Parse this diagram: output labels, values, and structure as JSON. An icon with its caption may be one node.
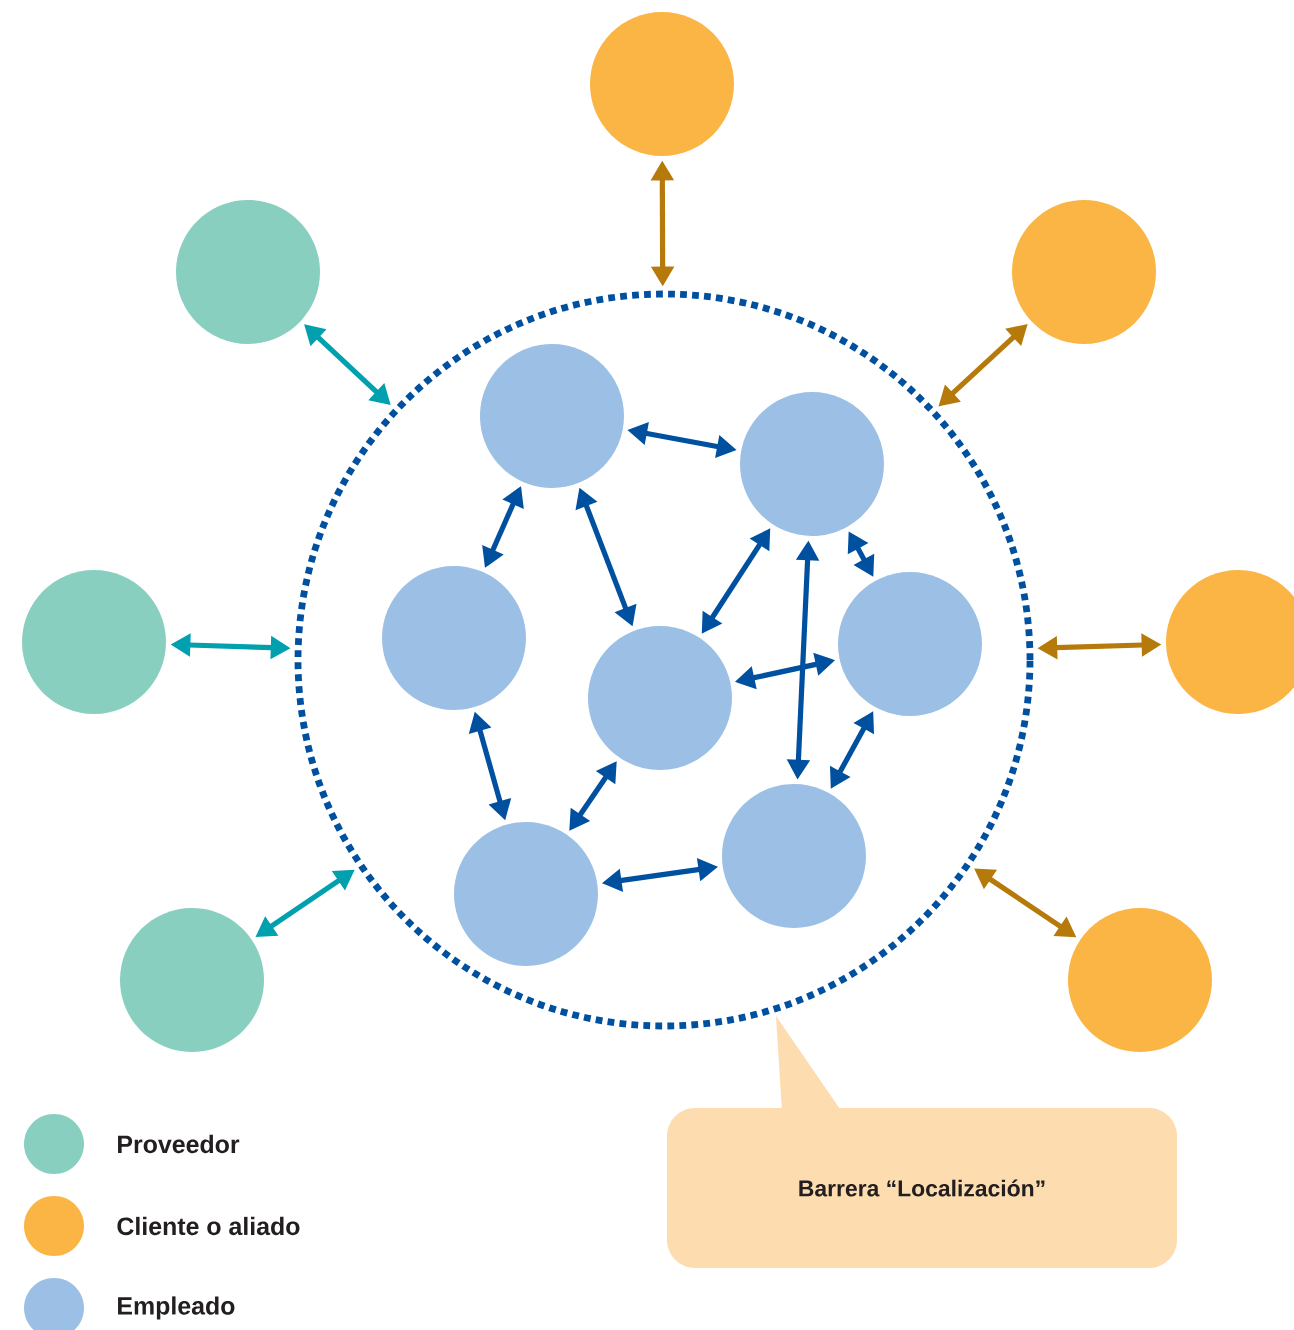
{
  "diagram": {
    "nodes": [
      {
        "text": [],
        "shape": "circle"
      },
      {
        "text": [],
        "shape": "circle",
        "in": 0
      },
      {
        "text": [],
        "shape": "circle",
        "in": 0
      },
      {
        "text": [],
        "shape": "circle",
        "in": 0
      },
      {
        "text": [],
        "shape": "circle",
        "in": 0
      },
      {
        "text": [],
        "shape": "circle",
        "in": 0
      },
      {
        "text": [],
        "shape": "circle",
        "in": 0
      },
      {
        "text": [],
        "shape": "circle",
        "in": 0
      },
      {
        "text": [],
        "shape": "circle"
      },
      {
        "text": [],
        "shape": "circle"
      },
      {
        "text": [],
        "shape": "circle"
      },
      {
        "text": [],
        "shape": "circle"
      },
      {
        "text": [],
        "shape": "circle"
      },
      {
        "text": [],
        "shape": "circle"
      },
      {
        "text": [],
        "shape": "circle"
      },
      {
        "text": [
          "Barrera “Localización”"
        ]
      }
    ],
    "edges": [
      {
        "from": 1,
        "to": 2,
        "arrow": "both"
      },
      {
        "from": 1,
        "to": 3,
        "arrow": "both"
      },
      {
        "from": 1,
        "to": 4,
        "arrow": "both"
      },
      {
        "from": 2,
        "to": 4,
        "arrow": "both"
      },
      {
        "from": 2,
        "to": 5,
        "arrow": "both"
      },
      {
        "from": 2,
        "to": 7,
        "arrow": "both"
      },
      {
        "from": 3,
        "to": 6,
        "arrow": "both"
      },
      {
        "from": 4,
        "to": 5,
        "arrow": "both"
      },
      {
        "from": 4,
        "to": 6,
        "arrow": "both"
      },
      {
        "from": 5,
        "to": 7,
        "arrow": "both"
      },
      {
        "from": 6,
        "to": 7,
        "arrow": "both"
      },
      {
        "from": 8,
        "to": 0,
        "arrow": "both",
        "color": "#b57a0a"
      },
      {
        "from": 9,
        "to": 0,
        "arrow": "both",
        "color": "#00a0ae"
      },
      {
        "from": 10,
        "to": 0,
        "arrow": "both",
        "color": "#b57a0a"
      },
      {
        "from": 11,
        "to": 0,
        "arrow": "both",
        "color": "#00a0ae"
      },
      {
        "from": 12,
        "to": 0,
        "arrow": "both",
        "color": "#b57a0a"
      },
      {
        "from": 13,
        "to": 0,
        "arrow": "both",
        "color": "#00a0ae"
      },
      {
        "from": 14,
        "to": 0,
        "arrow": "both",
        "color": "#b57a0a"
      }
    ],
    "legend": [
      {
        "text": "Proveedor",
        "color": "#88cfc0"
      },
      {
        "text": "Cliente o aliado",
        "color": "#fbb545"
      },
      {
        "text": "Empleado",
        "color": "#9bbfe5"
      }
    ]
  }
}
